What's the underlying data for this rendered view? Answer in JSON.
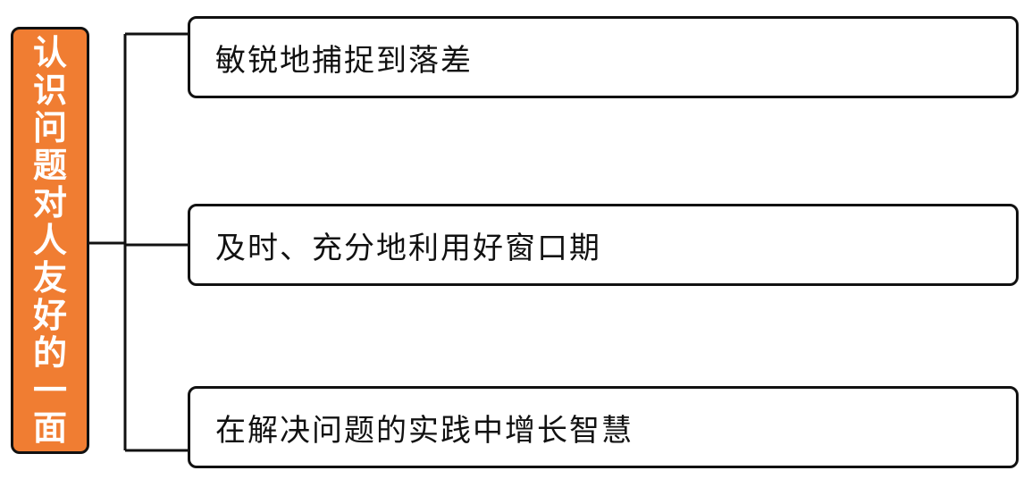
{
  "root": {
    "label": "认识问题对人友好的一面",
    "color": "#f07d32"
  },
  "branches": [
    {
      "label": "敏锐地捕捉到落差"
    },
    {
      "label": "及时、充分地利用好窗口期"
    },
    {
      "label": "在解决问题的实践中增长智慧"
    }
  ]
}
